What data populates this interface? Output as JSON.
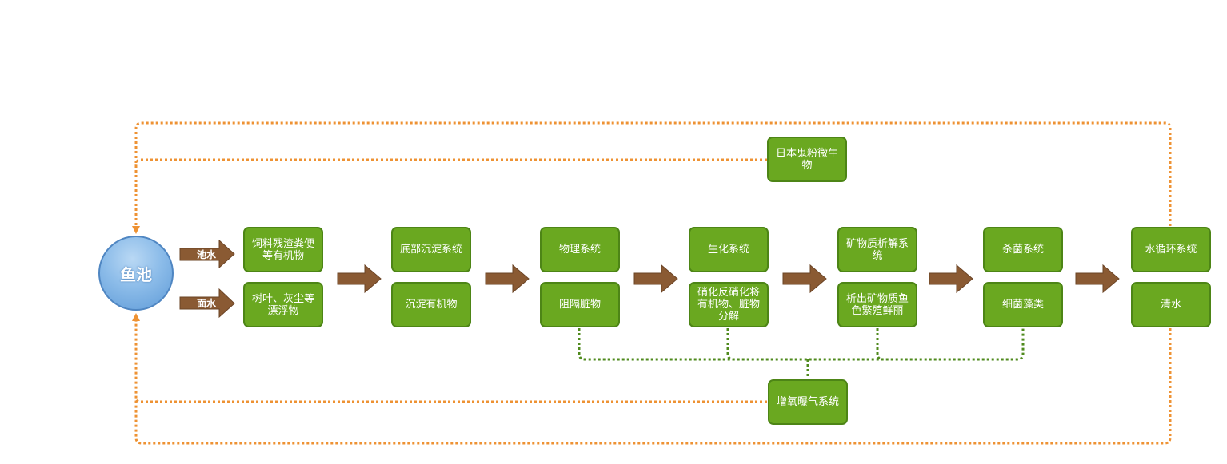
{
  "pond_label": "鱼池",
  "inputs": {
    "pool_water": "池水",
    "surface_water": "面水"
  },
  "stages": [
    {
      "top": "饲料残渣粪便等有机物",
      "bottom": "树叶、灰尘等漂浮物"
    },
    {
      "top": "底部沉淀系统",
      "bottom": "沉淀有机物"
    },
    {
      "top": "物理系统",
      "bottom": "阻隔脏物"
    },
    {
      "top": "生化系统",
      "bottom": "硝化反硝化将有机物、脏物分解"
    },
    {
      "top": "矿物质析解系统",
      "bottom": "析出矿物质鱼色繁殖鲜丽"
    },
    {
      "top": "杀菌系统",
      "bottom": "细菌藻类"
    },
    {
      "top": "水循环系统",
      "bottom": "清水"
    }
  ],
  "microbe_box": "日本鬼粉微生物",
  "aeration_box": "增氧曝气系统",
  "colors": {
    "box_fill": "#6aa820",
    "box_border": "#4d8516",
    "flow_arrow": "#8a5a33",
    "return_line": "#ee9233",
    "aeration_line": "#4f8a1d",
    "pond_fill": "#7fb2e5"
  }
}
